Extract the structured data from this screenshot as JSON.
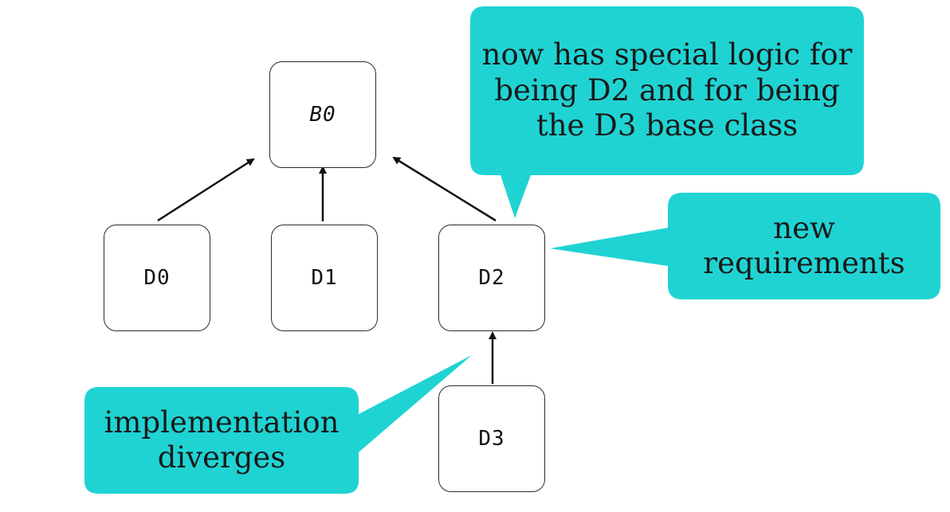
{
  "colors": {
    "callout_fill": "#20d3d3",
    "box_border": "#2b2b2b",
    "arrow": "#111111"
  },
  "nodes": {
    "b0": "B0",
    "d0": "D0",
    "d1": "D1",
    "d2": "D2",
    "d3": "D3"
  },
  "callouts": {
    "top": "now has special logic for\nbeing D2 and for being\nthe D3 base class",
    "right": "new\nrequirements",
    "left": "implementation\ndiverges"
  }
}
